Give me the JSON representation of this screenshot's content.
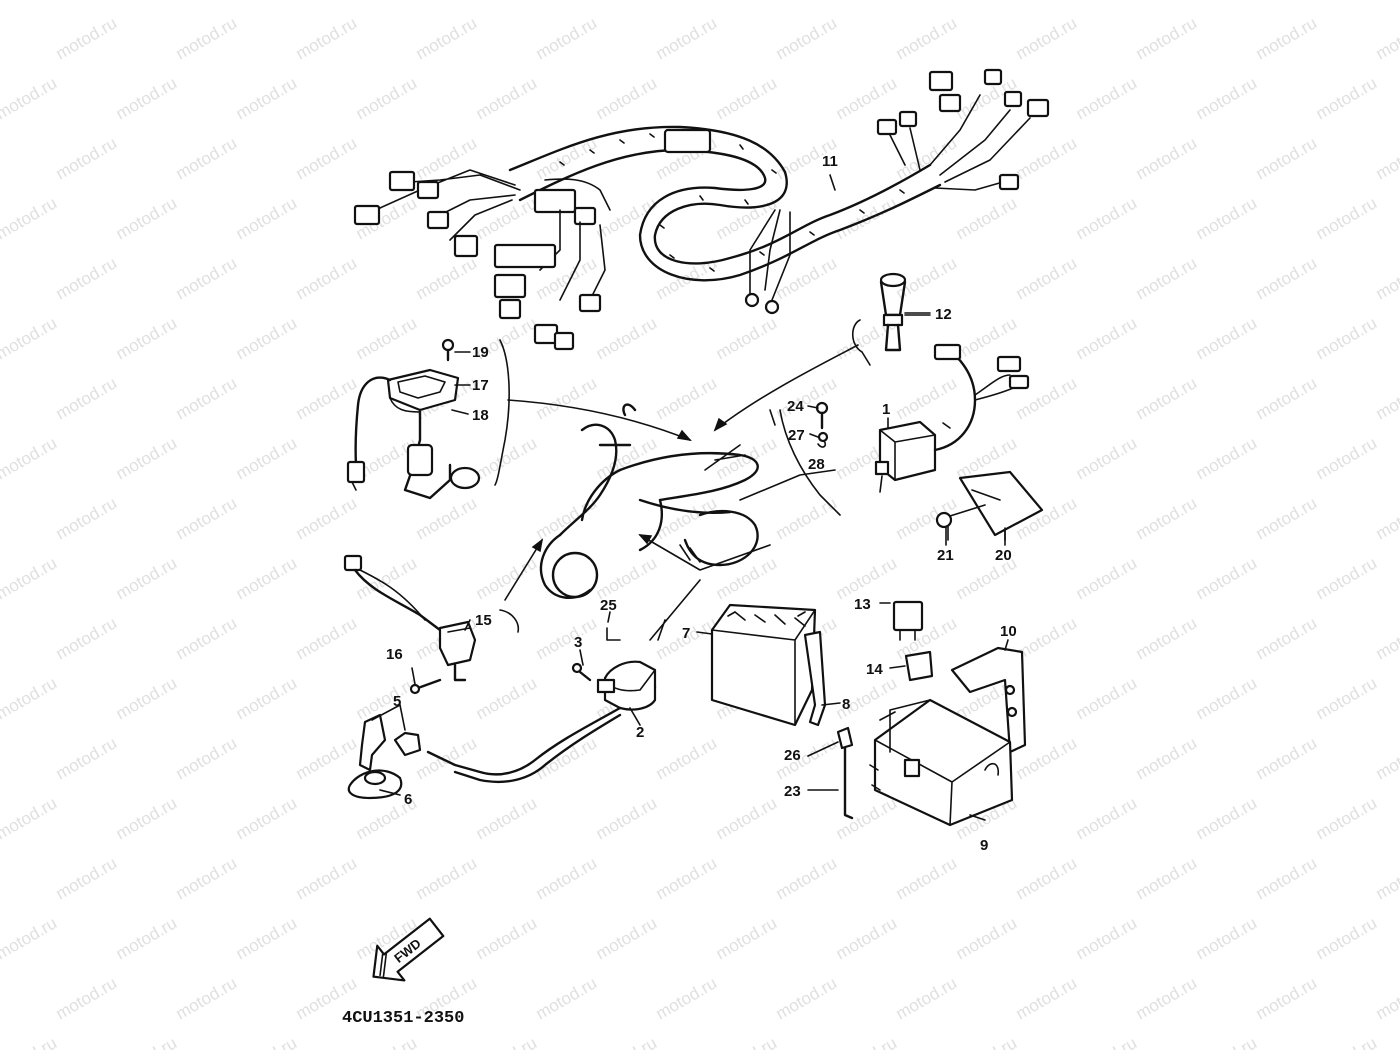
{
  "watermark": {
    "text": "motod.ru",
    "color": "#e0e0e0"
  },
  "diagram": {
    "fwd_label": "FWD",
    "catalog_code": "4CU1351-2350",
    "callouts": {
      "n1": "1",
      "n2": "2",
      "n3": "3",
      "n5": "5",
      "n6": "6",
      "n7": "7",
      "n8": "8",
      "n9": "9",
      "n10": "10",
      "n11": "11",
      "n12": "12",
      "n13": "13",
      "n14": "14",
      "n15": "15",
      "n16": "16",
      "n17": "17",
      "n18": "18",
      "n19": "19",
      "n20": "20",
      "n21": "21",
      "n23": "23",
      "n24": "24",
      "n25": "25",
      "n26": "26",
      "n27": "27",
      "n28": "28"
    }
  }
}
